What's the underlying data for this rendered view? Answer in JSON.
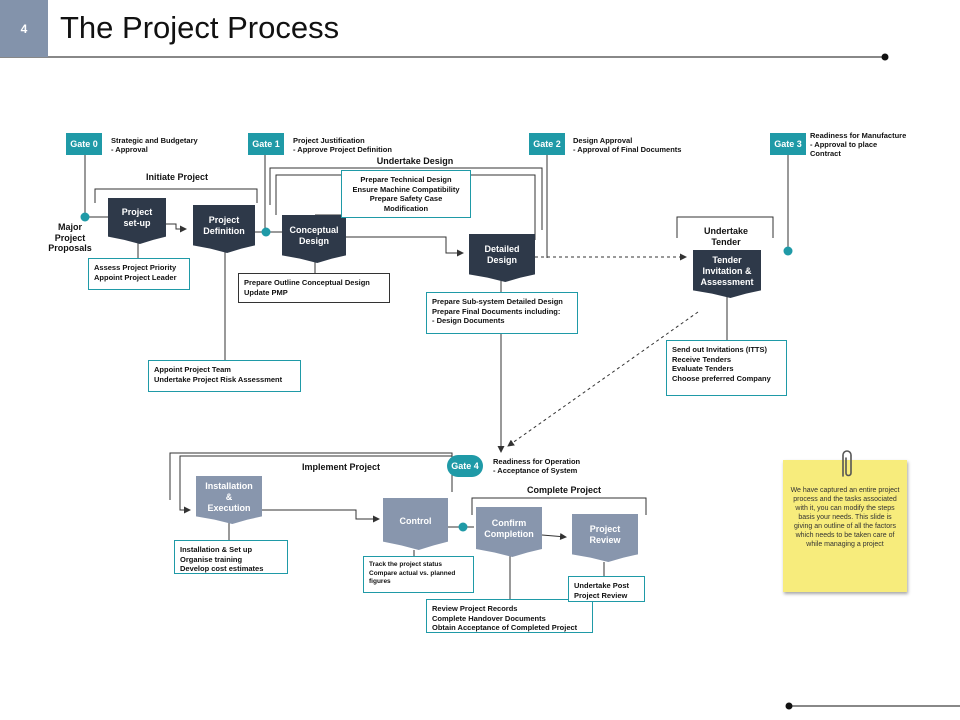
{
  "slide": {
    "number": "4",
    "title": "The Project Process"
  },
  "colors": {
    "dark_node": "#2e3949",
    "light_node": "#8896ad",
    "gate": "#1f9aa7",
    "sticky": "#f7ec7c",
    "slide_tab": "#8393ab"
  },
  "gates": [
    {
      "label": "Gate 0",
      "text": "Strategic and Budgetary\n- Approval"
    },
    {
      "label": "Gate 1",
      "text": "Project Justification\n- Approve Project Definition"
    },
    {
      "label": "Gate 2",
      "text": "Design Approval\n- Approval of Final Documents"
    },
    {
      "label": "Gate 3",
      "text": "Readiness for Manufacture\n- Approval to place\nContract"
    },
    {
      "label": "Gate 4",
      "text": "Readiness for Operation\n- Acceptance of System"
    }
  ],
  "stages": {
    "initiate": "Initiate Project",
    "design": "Undertake Design",
    "tender": "Undertake\nTender",
    "implement": "Implement Project",
    "complete": "Complete Project"
  },
  "start_label": "Major\nProject\nProposals",
  "nodes": {
    "setup": "Project\nset-up",
    "definition": "Project\nDefinition",
    "conceptual": "Conceptual\nDesign",
    "detailed": "Detailed\nDesign",
    "tender": "Tender\nInvitation &\nAssessment",
    "installation": "Installation\n&\nExecution",
    "control": "Control",
    "confirm": "Confirm\nCompletion",
    "review": "Project\nReview"
  },
  "notes": {
    "setup": "Assess Project Priority\nAppoint Project Leader",
    "team": "Appoint Project Team\nUndertake Project Risk Assessment",
    "technical": "Prepare Technical Design\nEnsure Machine Compatibility\nPrepare Safety Case\nModification",
    "outline": "Prepare Outline Conceptual Design\nUpdate PMP",
    "subsystem": "Prepare Sub-system Detailed Design\nPrepare Final Documents including:\n- Design Documents",
    "invitations": "Send out Invitations (ITTS)\nReceive Tenders\nEvaluate Tenders\nChoose preferred Company",
    "installation": "Installation & Set up\nOrganise training\nDevelop cost estimates",
    "track": "Track the project status\nCompare actual vs. planned\nfigures",
    "handover": "Review Project Records\nComplete Handover Documents\nObtain Acceptance  of Completed Project",
    "post": "Undertake Post\nProject Review"
  },
  "sticky_text": "We have captured an entire project process and the tasks associated with it, you can modify the steps basis your needs. This slide is giving an outline of all the factors which needs to be taken care of while managing a project"
}
